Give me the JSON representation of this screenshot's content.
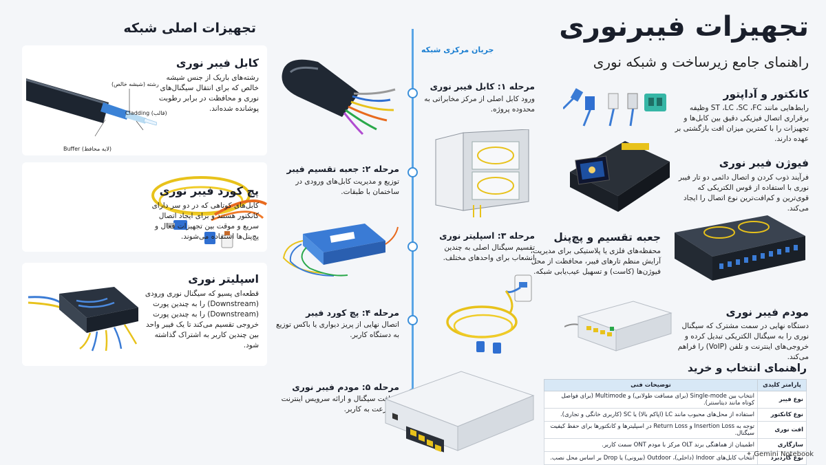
{
  "left": {
    "title": "تجهیزات اصلی شبکه",
    "cards": [
      {
        "title": "کابل فیبر نوری",
        "desc": "رشته‌های باریک از جنس شیشه خالص که برای انتقال سیگنال‌های نوری و محافظت در برابر رطوبت پوشانده شده‌اند.",
        "labels": {
          "core": "رشته (شیشه خالص)",
          "cladding": "Cladding (قالب)",
          "buffer": "Buffer (لایه محافظ)"
        }
      },
      {
        "title": "پچ کورد فیبر نوری",
        "desc": "کابل‌های کوتاهی که در دو سر دارای کانکتور هستند و برای ایجاد اتصال سریع و موقت بین تجهیزات فعال و پچ‌پنل‌ها استفاده می‌شوند."
      },
      {
        "title": "اسپلیتر نوری",
        "desc": "قطعه‌ای پسیو که سیگنال نوری ورودی (Downstream) را به چندین پورت (Downstream) را به چندین پورت خروجی تقسیم می‌کند تا یک فیبر واحد بین چندین کاربر به اشتراک گذاشته شود."
      }
    ]
  },
  "flow": {
    "label": "جریان مرکزی شبکه",
    "stages": [
      {
        "title": "مرحله ۱: کابل فیبر نوری",
        "desc": "ورود کابل اصلی از مرکز مخابراتی به محدوده پروژه."
      },
      {
        "title": "مرحله ۲: جعبه تقسیم فیبر",
        "desc": "توزیع و مدیریت کابل‌های ورودی در ساختمان با طبقات."
      },
      {
        "title": "مرحله ۳: اسپلیتر نوری",
        "desc": "تقسیم سیگنال اصلی به چندین انشعاب برای واحدهای مختلف."
      },
      {
        "title": "مرحله ۴: پچ کورد فیبر",
        "desc": "اتصال نهایی از پریز دیواری یا باکس توزیع به دستگاه کاربر."
      },
      {
        "title": "مرحله ۵: مودم فیبر نوری",
        "desc": "دریافت سیگنال و ارائه سرویس اینترنت پرسرعت به کاربر."
      }
    ]
  },
  "right": {
    "title": "تجهیزات فیبرنوری",
    "subtitle": "راهنمای جامع زیرساخت و شبکه نوری",
    "sections": [
      {
        "title": "کانکتور و آداپتور",
        "desc": "رابط‌هایی مانند ST ،LC ،SC ،FC وظیفه برقراری اتصال فیزیکی دقیق بین کابل‌ها و تجهیزات را با کمترین میزان افت بازگشتی بر عهده دارند."
      },
      {
        "title": "فیوژن فیبر نوری",
        "desc": "فرآیند ذوب کردن و اتصال دائمی دو تار فیبر نوری با استفاده از قوس الکتریکی که قوی‌ترین و کم‌افت‌ترین نوع اتصال را ایجاد می‌کند."
      },
      {
        "title": "جعبه تقسیم و پچ‌پنل",
        "desc": "محفظه‌های فلزی یا پلاستیکی برای مدیریت، آرایش منظم تارهای فیبر، محافظت از محل فیوژن‌ها (کاست) و تسهیل عیب‌یابی شبکه."
      },
      {
        "title": "مودم فیبر نوری",
        "desc": "دستگاه نهایی در سمت مشترک که سیگنال نوری را به سیگنال الکتریکی تبدیل کرده و خروجی‌های اینترنت و تلفن (VoIP) را فراهم می‌کند."
      }
    ],
    "guide": {
      "title": "راهنمای انتخاب و خرید",
      "headers": [
        "پارامتر کلیدی",
        "توضیحات فنی"
      ],
      "rows": [
        [
          "نوع فیبر",
          "انتخاب بین Single-mode (برای مسافت طولانی) و Multimode (برای فواصل کوتاه مانند دیتاسنتر)."
        ],
        [
          "نوع کانکتور",
          "استفاده از محل‌های محبوب مانند LC (اپاکم بالا) یا SC (کاربری خانگی و تجاری)."
        ],
        [
          "افت نوری",
          "توجه به Insertion Loss و Return Loss در اسپلیترها و کانکتورها برای حفظ کیفیت سیگنال."
        ],
        [
          "سازگاری",
          "اطمینان از هماهنگی برند OLT مرکز با مودم ONT سمت کاربر."
        ],
        [
          "نوع گاردبرد",
          "انتخاب کابل‌های Indoor (داخلی)، Outdoor (بیرونی) یا Drop بر اساس محل نصب."
        ]
      ]
    }
  },
  "watermark": "Gemini Notebook"
}
